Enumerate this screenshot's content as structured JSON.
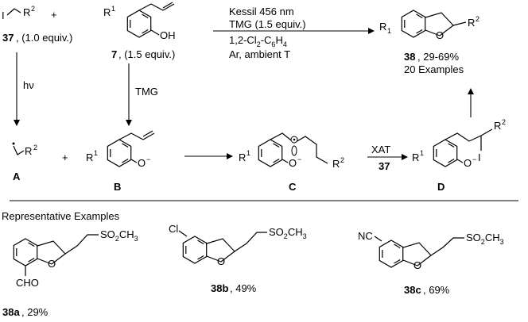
{
  "reagents": {
    "alkyl_iodide_atom": "I",
    "alkyl_iodide_r": "R",
    "alkyl_iodide_r_sup": "2",
    "plus": "+",
    "compound_37_num": "37",
    "compound_37_equiv": ", (1.0 equiv.)",
    "phenol_r": "R",
    "phenol_r_sup": "1",
    "phenol_oh": "OH",
    "compound_7_num": "7",
    "compound_7_equiv": ", (1.5 equiv.)"
  },
  "conditions": {
    "line1": "Kessil 456 nm",
    "line2": "TMG (1.5 equiv.)",
    "line3_a": "1,2-Cl",
    "line3_s1": "2",
    "line3_b": "-C",
    "line3_s2": "6",
    "line3_c": "H",
    "line3_s3": "4",
    "line4": "Ar, ambient T"
  },
  "product": {
    "r1": "R",
    "r1_sub": "1",
    "o": "O",
    "r2": "R",
    "r2_sup": "2",
    "num": "38",
    "yield": ", 29-69%",
    "examples": "20 Examples"
  },
  "mechanism": {
    "hv_label": "hν",
    "tmg_label": "TMG",
    "radical_r": "R",
    "radical_sup": "2",
    "label_a": "A",
    "plus": "+",
    "phenolate_r": "R",
    "phenolate_sup": "1",
    "phenolate_o": "O",
    "phenolate_minus": "−",
    "label_b": "B",
    "ketyl_r": "R",
    "ketyl_sup1": "1",
    "ketyl_o": "O",
    "ketyl_minus": "−",
    "ketyl_r2": "R",
    "ketyl_sup2": "2",
    "label_c": "C",
    "xat_label": "XAT",
    "xat_num": "37",
    "iodide_r": "R",
    "iodide_sup1": "1",
    "iodide_o": "O",
    "iodide_minus": "−",
    "iodide_i": "I",
    "iodide_r2": "R",
    "iodide_sup2": "2",
    "label_d": "D"
  },
  "examples": {
    "heading": "Representative Examples",
    "ex_a_sub_so2": "SO",
    "ex_a_sub_2": "2",
    "ex_a_sub_ch3": "CH",
    "ex_a_sub_3": "3",
    "ex_a_o": "O",
    "ex_a_cho": "CHO",
    "ex_a_num": "38a",
    "ex_a_yield": ", 29%",
    "ex_b_cl": "Cl",
    "ex_b_o": "O",
    "ex_b_so2": "SO",
    "ex_b_2": "2",
    "ex_b_ch3": "CH",
    "ex_b_3": "3",
    "ex_b_num": "38b",
    "ex_b_yield": ", 49%",
    "ex_c_nc": "NC",
    "ex_c_o": "O",
    "ex_c_so2": "SO",
    "ex_c_2": "2",
    "ex_c_ch3": "CH",
    "ex_c_3": "3",
    "ex_c_num": "38c",
    "ex_c_yield": ", 69%"
  }
}
